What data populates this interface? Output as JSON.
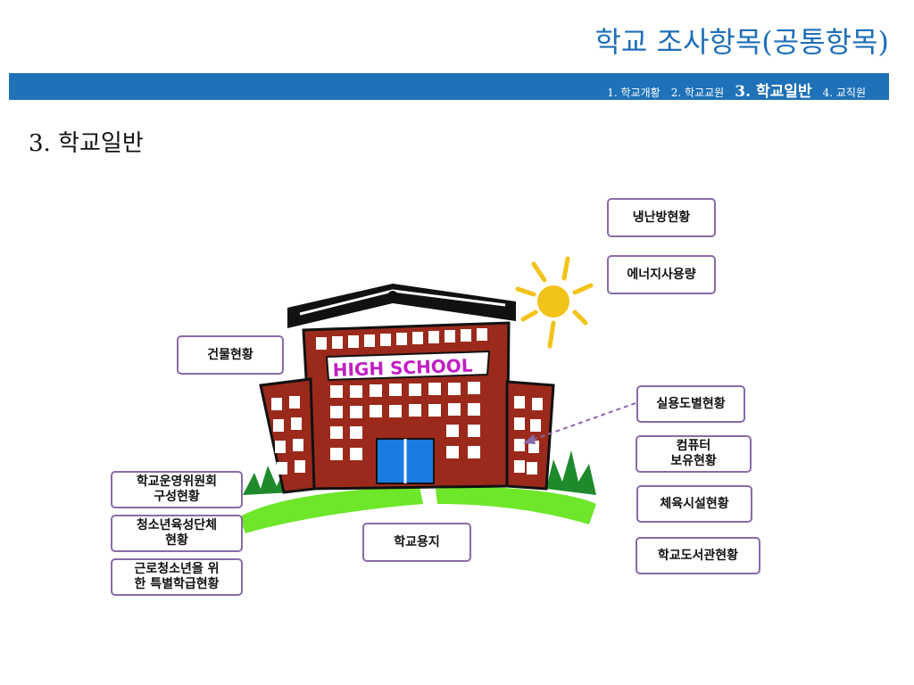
{
  "header": {
    "title": "학교 조사항목(공통항목)",
    "nav": [
      "1. 학교개황",
      "2. 학교교원",
      "3. 학교일반",
      "4. 교직원"
    ]
  },
  "section_title": "3. 학교일반",
  "items": {
    "heating_cooling": "냉난방현황",
    "energy_usage": "에너지사용량",
    "building": "건물현황",
    "room_usage": "실용도별현황",
    "computers": "컴퓨터\n보유현황",
    "sports": "체육시설현황",
    "library": "학교도서관현황",
    "school_land": "학교용지",
    "committee": "학교운영위원회\n구성현황",
    "youth_groups": "청소년육성단체\n현황",
    "special_class": "근로청소년을 위\n한 특별학급현황"
  },
  "illustration": {
    "sign_text": "HIGH SCHOOL"
  },
  "colors": {
    "accent": "#1f72b8",
    "box_border": "#8a6aa8",
    "building": "#9b2a1c",
    "sun": "#f2c318",
    "grass": "#6ee62a"
  }
}
